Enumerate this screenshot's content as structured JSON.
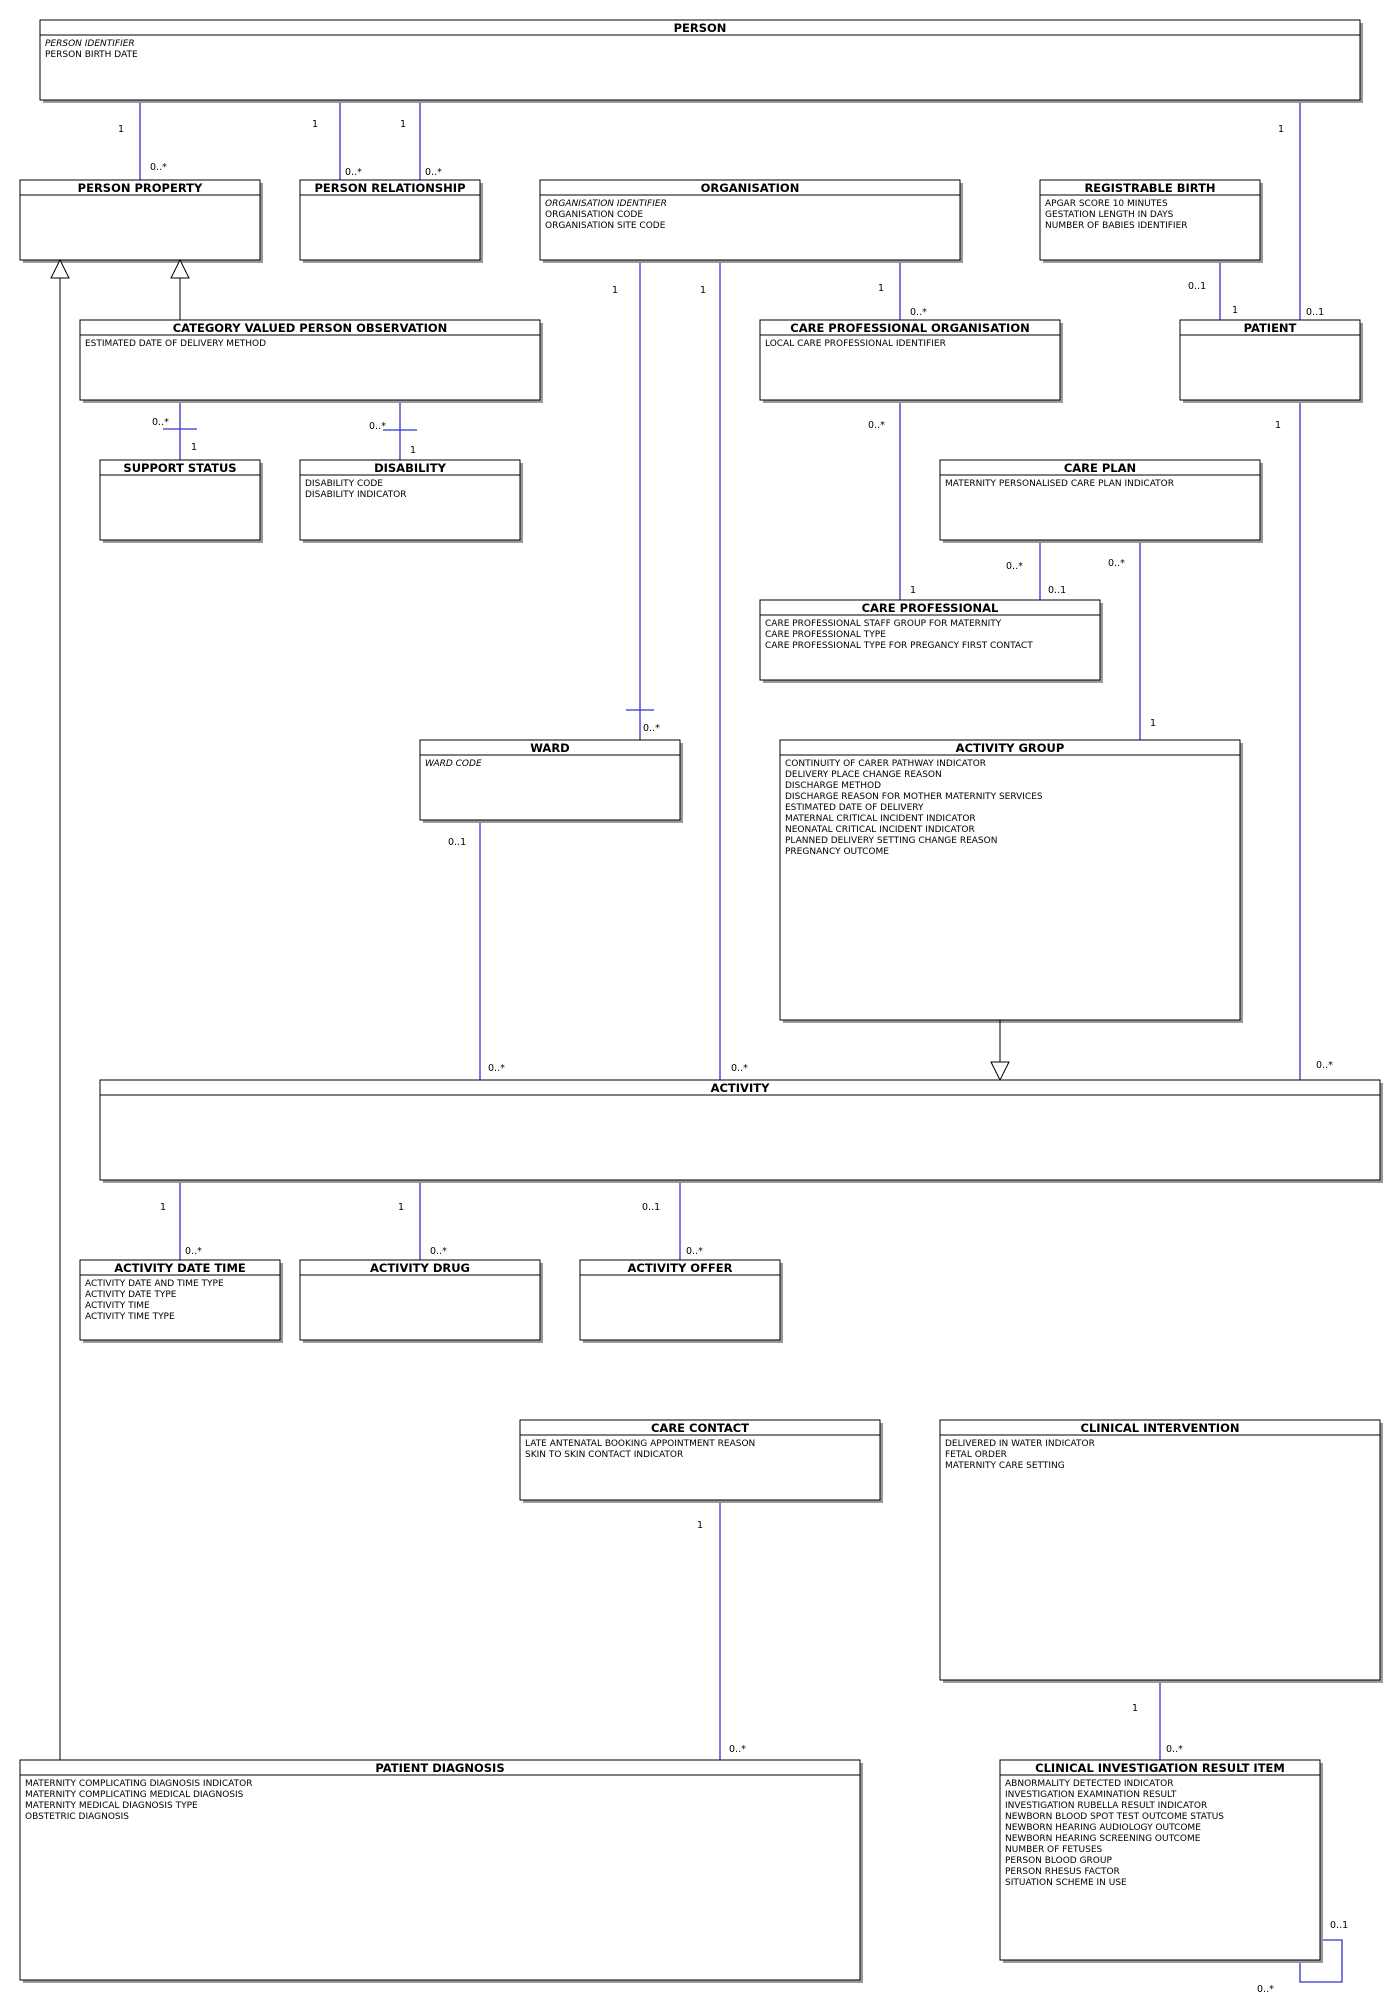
{
  "entities": [
    {
      "id": "person",
      "title": "PERSON",
      "attributes": [
        {
          "text": "PERSON IDENTIFIER",
          "id": true
        },
        {
          "text": "PERSON BIRTH DATE"
        }
      ]
    },
    {
      "id": "person-property",
      "title": "PERSON PROPERTY",
      "attributes": []
    },
    {
      "id": "person-relationship",
      "title": "PERSON RELATIONSHIP",
      "attributes": []
    },
    {
      "id": "organisation",
      "title": "ORGANISATION",
      "attributes": [
        {
          "text": "ORGANISATION IDENTIFIER",
          "id": true
        },
        {
          "text": "ORGANISATION CODE"
        },
        {
          "text": "ORGANISATION SITE CODE"
        }
      ]
    },
    {
      "id": "registrable-birth",
      "title": "REGISTRABLE BIRTH",
      "attributes": [
        {
          "text": "APGAR SCORE 10 MINUTES"
        },
        {
          "text": "GESTATION LENGTH IN DAYS"
        },
        {
          "text": "NUMBER OF BABIES IDENTIFIER"
        }
      ]
    },
    {
      "id": "category-valued-person-observation",
      "title": "CATEGORY VALUED PERSON OBSERVATION",
      "attributes": [
        {
          "text": "ESTIMATED DATE OF DELIVERY METHOD"
        }
      ]
    },
    {
      "id": "care-professional-organisation",
      "title": "CARE PROFESSIONAL ORGANISATION",
      "attributes": [
        {
          "text": "LOCAL CARE PROFESSIONAL IDENTIFIER"
        }
      ]
    },
    {
      "id": "patient",
      "title": "PATIENT",
      "attributes": []
    },
    {
      "id": "support-status",
      "title": "SUPPORT STATUS",
      "attributes": []
    },
    {
      "id": "disability",
      "title": "DISABILITY",
      "attributes": [
        {
          "text": "DISABILITY CODE"
        },
        {
          "text": "DISABILITY INDICATOR"
        }
      ]
    },
    {
      "id": "care-plan",
      "title": "CARE PLAN",
      "attributes": [
        {
          "text": "MATERNITY PERSONALISED CARE PLAN INDICATOR"
        }
      ]
    },
    {
      "id": "care-professional",
      "title": "CARE PROFESSIONAL",
      "attributes": [
        {
          "text": "CARE PROFESSIONAL STAFF GROUP FOR MATERNITY"
        },
        {
          "text": "CARE PROFESSIONAL TYPE"
        },
        {
          "text": "CARE PROFESSIONAL TYPE FOR PREGANCY FIRST CONTACT"
        }
      ]
    },
    {
      "id": "ward",
      "title": "WARD",
      "attributes": [
        {
          "text": "WARD CODE",
          "id": true
        }
      ]
    },
    {
      "id": "activity-group",
      "title": "ACTIVITY GROUP",
      "attributes": [
        {
          "text": "CONTINUITY OF CARER PATHWAY INDICATOR"
        },
        {
          "text": "DELIVERY PLACE CHANGE REASON"
        },
        {
          "text": "DISCHARGE METHOD"
        },
        {
          "text": "DISCHARGE REASON FOR MOTHER MATERNITY SERVICES"
        },
        {
          "text": "ESTIMATED DATE OF DELIVERY"
        },
        {
          "text": "MATERNAL CRITICAL INCIDENT INDICATOR"
        },
        {
          "text": "NEONATAL CRITICAL INCIDENT INDICATOR"
        },
        {
          "text": "PLANNED DELIVERY SETTING CHANGE REASON"
        },
        {
          "text": "PREGNANCY OUTCOME"
        }
      ]
    },
    {
      "id": "activity",
      "title": "ACTIVITY",
      "attributes": []
    },
    {
      "id": "activity-date-time",
      "title": "ACTIVITY DATE TIME",
      "attributes": [
        {
          "text": "ACTIVITY DATE AND TIME TYPE"
        },
        {
          "text": "ACTIVITY DATE TYPE"
        },
        {
          "text": "ACTIVITY TIME"
        },
        {
          "text": "ACTIVITY TIME TYPE"
        }
      ]
    },
    {
      "id": "activity-drug",
      "title": "ACTIVITY DRUG",
      "attributes": []
    },
    {
      "id": "activity-offer",
      "title": "ACTIVITY OFFER",
      "attributes": []
    },
    {
      "id": "care-contact",
      "title": "CARE CONTACT",
      "attributes": [
        {
          "text": "LATE ANTENATAL BOOKING APPOINTMENT REASON"
        },
        {
          "text": "SKIN TO SKIN CONTACT INDICATOR"
        }
      ]
    },
    {
      "id": "clinical-intervention",
      "title": "CLINICAL INTERVENTION",
      "attributes": [
        {
          "text": "DELIVERED IN WATER INDICATOR"
        },
        {
          "text": "FETAL ORDER"
        },
        {
          "text": "MATERNITY CARE SETTING"
        }
      ]
    },
    {
      "id": "patient-diagnosis",
      "title": "PATIENT DIAGNOSIS",
      "attributes": [
        {
          "text": "MATERNITY COMPLICATING DIAGNOSIS INDICATOR"
        },
        {
          "text": "MATERNITY COMPLICATING MEDICAL DIAGNOSIS"
        },
        {
          "text": "MATERNITY MEDICAL DIAGNOSIS TYPE"
        },
        {
          "text": "OBSTETRIC DIAGNOSIS"
        }
      ]
    },
    {
      "id": "clinical-investigation-result-item",
      "title": "CLINICAL INVESTIGATION RESULT ITEM",
      "attributes": [
        {
          "text": "ABNORMALITY DETECTED INDICATOR"
        },
        {
          "text": "INVESTIGATION EXAMINATION RESULT"
        },
        {
          "text": "INVESTIGATION RUBELLA RESULT INDICATOR"
        },
        {
          "text": "NEWBORN BLOOD SPOT TEST OUTCOME STATUS"
        },
        {
          "text": "NEWBORN HEARING AUDIOLOGY OUTCOME"
        },
        {
          "text": "NEWBORN HEARING SCREENING OUTCOME"
        },
        {
          "text": "NUMBER OF FETUSES"
        },
        {
          "text": "PERSON BLOOD GROUP"
        },
        {
          "text": "PERSON RHESUS FACTOR"
        },
        {
          "text": "SITUATION SCHEME IN USE"
        }
      ]
    }
  ],
  "relationships": [
    {
      "from": "person",
      "to": "person-property",
      "from_mult": "1",
      "to_mult": "0..*"
    },
    {
      "from": "person",
      "to": "person-relationship",
      "from_mult": "1",
      "to_mult": "0..*"
    },
    {
      "from": "person",
      "to": "person-relationship",
      "from_mult": "1",
      "to_mult": "0..*"
    },
    {
      "from": "person",
      "to": "patient",
      "from_mult": "1",
      "to_mult": "0..1"
    },
    {
      "from": "registrable-birth",
      "to": "patient",
      "from_mult": "0..1",
      "to_mult": "1"
    },
    {
      "from": "organisation",
      "to": "care-professional-organisation",
      "from_mult": "1",
      "to_mult": "0..*"
    },
    {
      "from": "organisation",
      "to": "ward",
      "from_mult": "1",
      "to_mult": "0..*"
    },
    {
      "from": "organisation",
      "to": "activity",
      "from_mult": "1",
      "to_mult": "0..*"
    },
    {
      "from": "category-valued-person-observation",
      "to": "support-status",
      "from_mult": "0..*",
      "to_mult": "1"
    },
    {
      "from": "category-valued-person-observation",
      "to": "disability",
      "from_mult": "0..*",
      "to_mult": "1"
    },
    {
      "from": "care-professional-organisation",
      "to": "care-professional",
      "from_mult": "0..*",
      "to_mult": "1"
    },
    {
      "from": "care-plan",
      "to": "care-professional",
      "from_mult": "0..*",
      "to_mult": "0..1"
    },
    {
      "from": "care-plan",
      "to": "activity-group",
      "from_mult": "0..*",
      "to_mult": "1"
    },
    {
      "from": "patient",
      "to": "activity",
      "from_mult": "1",
      "to_mult": "0..*"
    },
    {
      "from": "ward",
      "to": "activity",
      "from_mult": "0..1",
      "to_mult": "0..*"
    },
    {
      "from": "activity",
      "to": "activity-date-time",
      "from_mult": "1",
      "to_mult": "0..*"
    },
    {
      "from": "activity",
      "to": "activity-drug",
      "from_mult": "1",
      "to_mult": "0..*"
    },
    {
      "from": "activity",
      "to": "activity-offer",
      "from_mult": "0..1",
      "to_mult": "0..*"
    },
    {
      "from": "care-contact",
      "to": "patient-diagnosis",
      "from_mult": "1",
      "to_mult": "0..*"
    },
    {
      "from": "clinical-intervention",
      "to": "clinical-investigation-result-item",
      "from_mult": "1",
      "to_mult": "0..*"
    },
    {
      "from": "clinical-investigation-result-item",
      "to": "clinical-investigation-result-item",
      "from_mult": "0..1",
      "to_mult": "0..*"
    }
  ],
  "generalizations": [
    {
      "sub": "category-valued-person-observation",
      "super": "person-property"
    },
    {
      "sub": "patient-diagnosis",
      "super": "person-property"
    },
    {
      "sub": "activity-group",
      "super": "activity"
    }
  ]
}
